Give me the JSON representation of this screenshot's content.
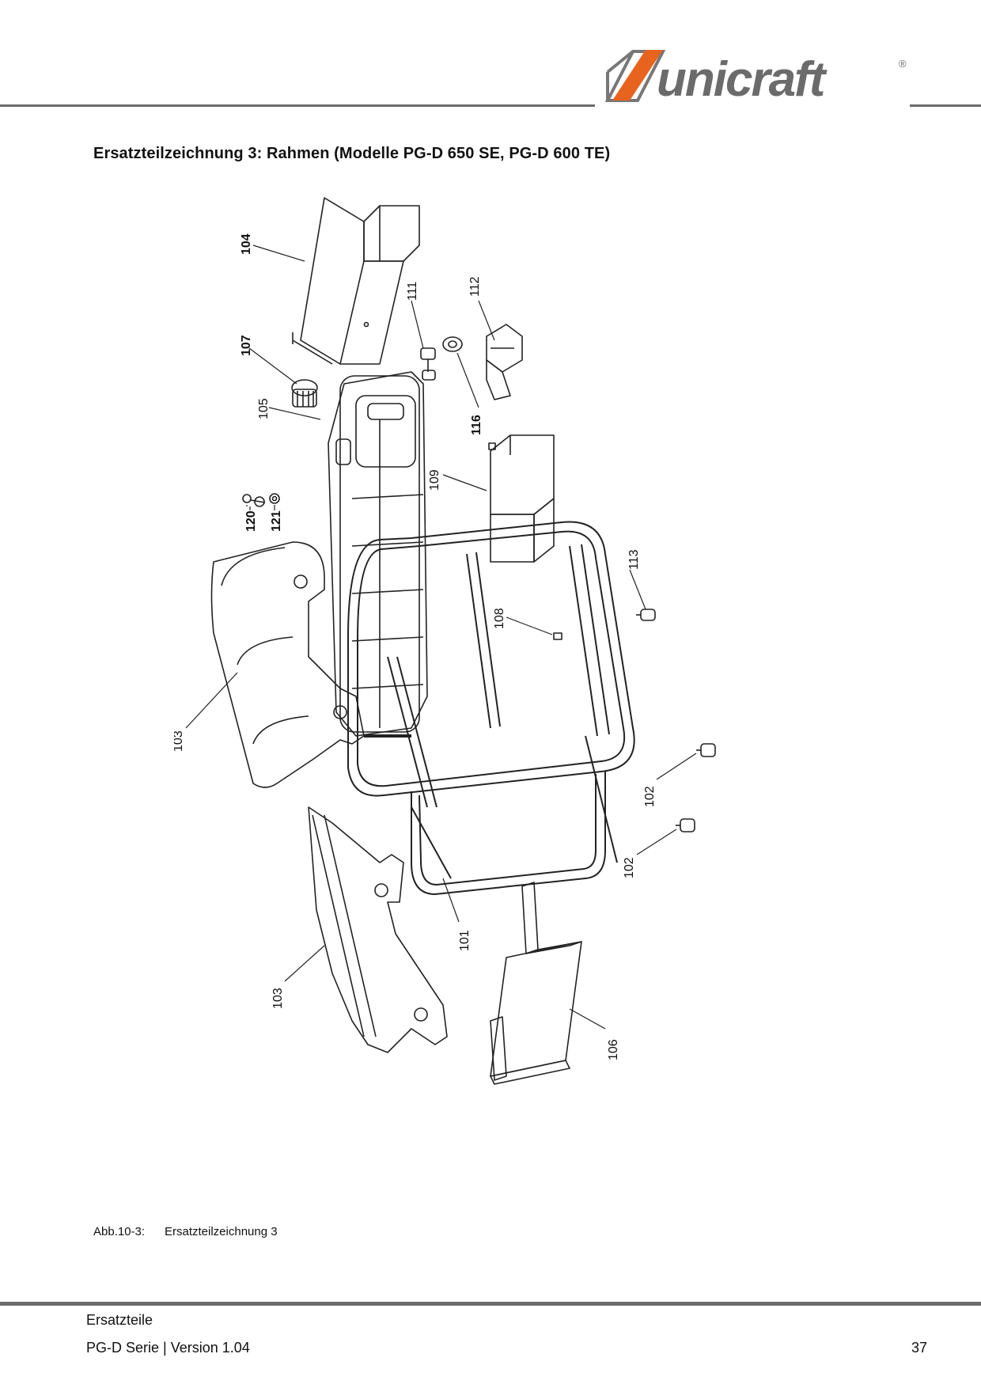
{
  "brand": {
    "name": "unicraft",
    "registered": "®",
    "orange": "#e8641e",
    "gray": "#6b6b6b"
  },
  "title": "Ersatzteilzeichnung 3: Rahmen (Modelle  PG-D 650 SE, PG-D 600 TE)",
  "figure": {
    "callouts": {
      "c104": "104",
      "c111": "111",
      "c112": "112",
      "c107": "107",
      "c105": "105",
      "c116": "116",
      "c120": "120",
      "c121": "121",
      "c109": "109",
      "c113": "113",
      "c108": "108",
      "c103a": "103",
      "c102a": "102",
      "c102b": "102",
      "c103b": "103",
      "c101": "101",
      "c106": "106"
    },
    "caption_number": "Abb.10-3:",
    "caption_text": "Ersatzteilzeichnung 3"
  },
  "footer": {
    "section": "Ersatzteile",
    "series": "PG-D Serie |  Version 1.04",
    "page": "37"
  }
}
